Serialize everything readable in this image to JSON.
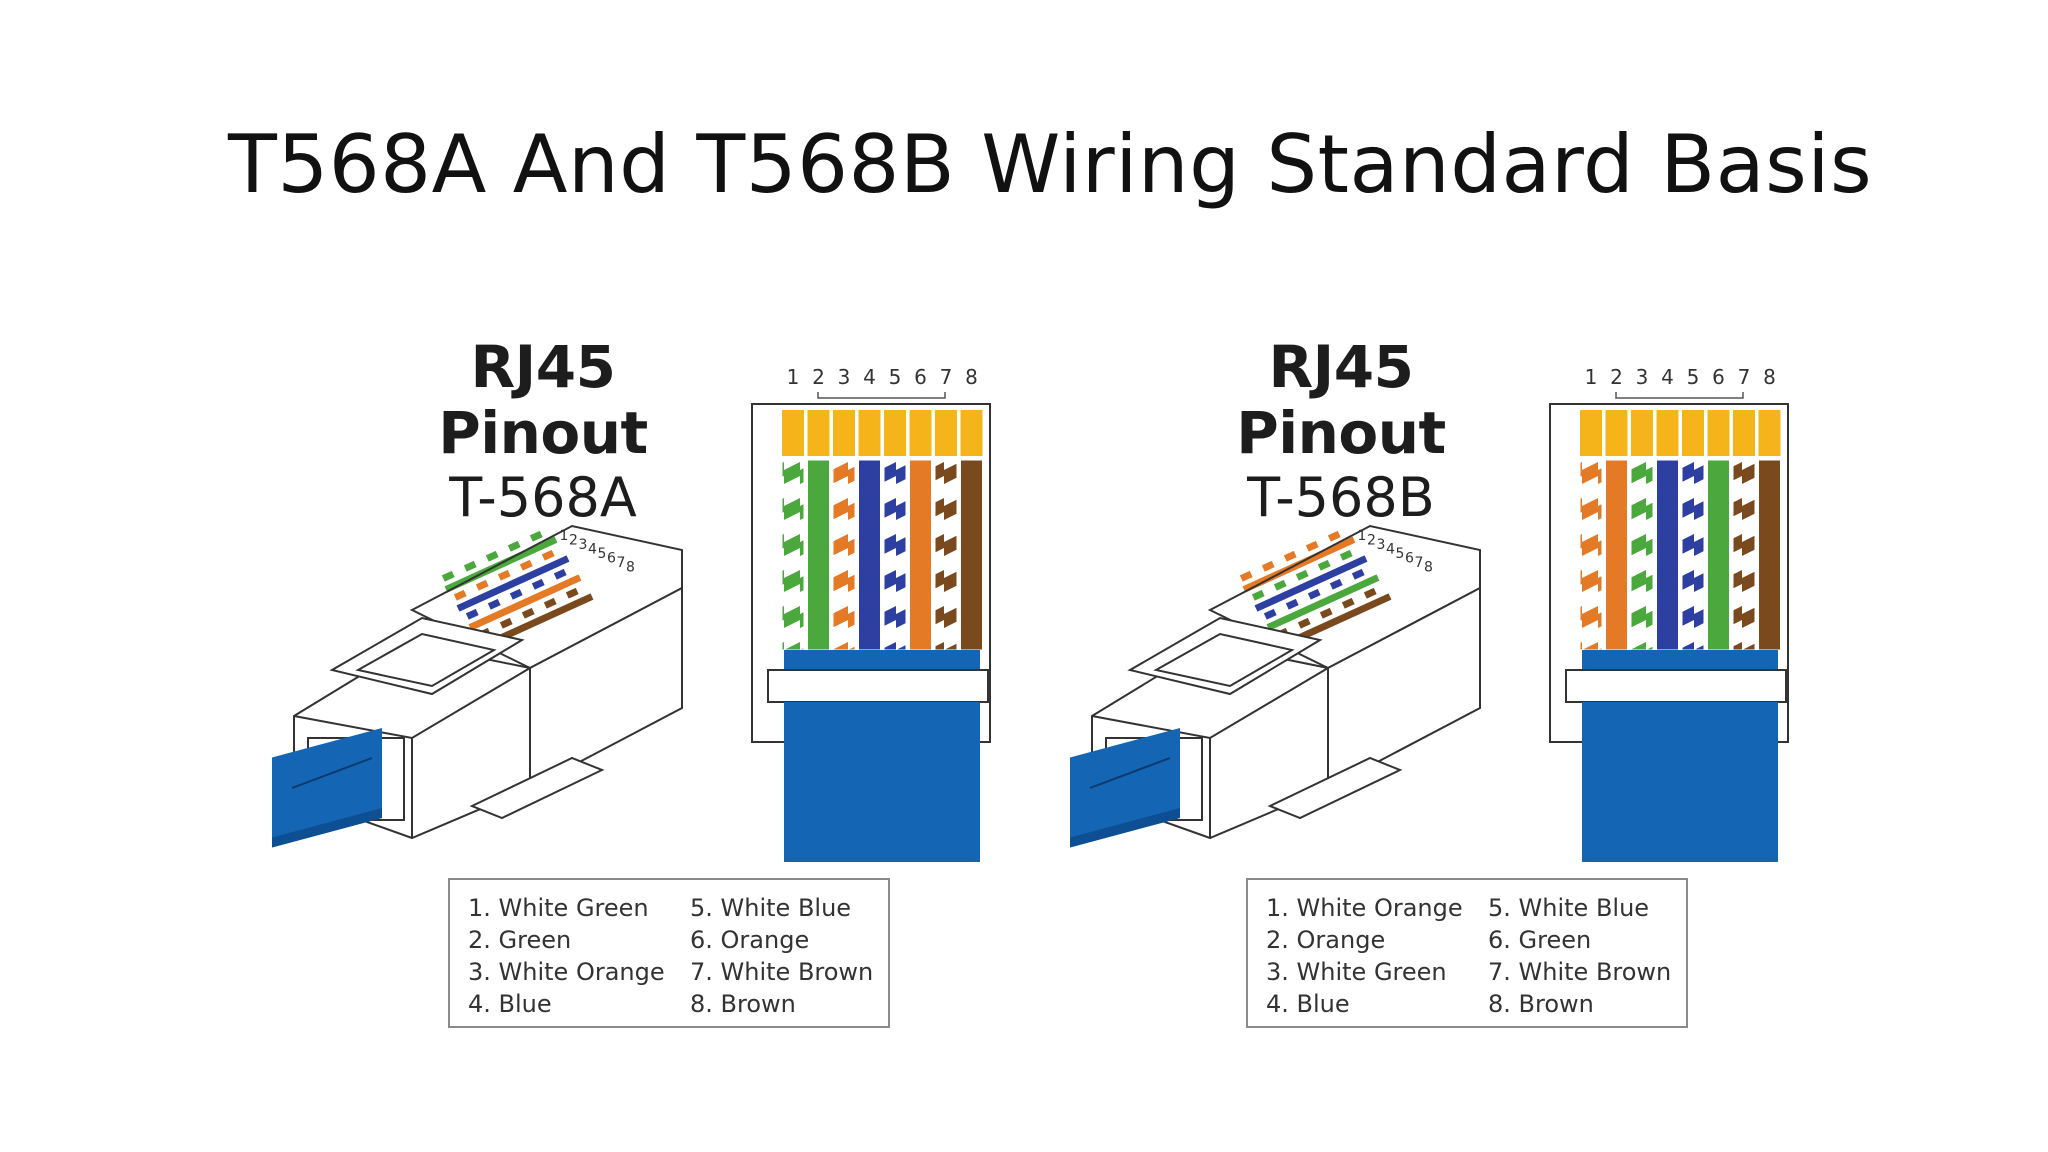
{
  "title": "T568A And T568B Wiring Standard Basis",
  "panels": [
    {
      "heading": "RJ45 Pinout",
      "standard": "T-568A",
      "pin_numbers": [
        "1",
        "2",
        "3",
        "4",
        "5",
        "6",
        "7",
        "8"
      ],
      "legend_col1": [
        "1. White Green",
        "2. Green",
        "3. White Orange",
        "4. Blue"
      ],
      "legend_col2": [
        "5. White Blue",
        "6. Orange",
        "7. White Brown",
        "8. Brown"
      ],
      "wires": [
        {
          "color": "#4aa83c",
          "striped": true
        },
        {
          "color": "#4aa83c",
          "striped": false
        },
        {
          "color": "#e57a26",
          "striped": true
        },
        {
          "color": "#2d3fa0",
          "striped": false
        },
        {
          "color": "#2d3fa0",
          "striped": true
        },
        {
          "color": "#e57a26",
          "striped": false
        },
        {
          "color": "#7a4a1e",
          "striped": true
        },
        {
          "color": "#7a4a1e",
          "striped": false
        }
      ]
    },
    {
      "heading": "RJ45 Pinout",
      "standard": "T-568B",
      "pin_numbers": [
        "1",
        "2",
        "3",
        "4",
        "5",
        "6",
        "7",
        "8"
      ],
      "legend_col1": [
        "1. White Orange",
        "2. Orange",
        "3. White Green",
        "4. Blue"
      ],
      "legend_col2": [
        "5. White Blue",
        "6. Green",
        "7. White Brown",
        "8. Brown"
      ],
      "wires": [
        {
          "color": "#e57a26",
          "striped": true
        },
        {
          "color": "#e57a26",
          "striped": false
        },
        {
          "color": "#4aa83c",
          "striped": true
        },
        {
          "color": "#2d3fa0",
          "striped": false
        },
        {
          "color": "#2d3fa0",
          "striped": true
        },
        {
          "color": "#4aa83c",
          "striped": false
        },
        {
          "color": "#7a4a1e",
          "striped": true
        },
        {
          "color": "#7a4a1e",
          "striped": false
        }
      ]
    }
  ],
  "colors": {
    "cable_blue": "#1565b5",
    "contact_gold": "#f4b41a",
    "outline": "#333333"
  }
}
